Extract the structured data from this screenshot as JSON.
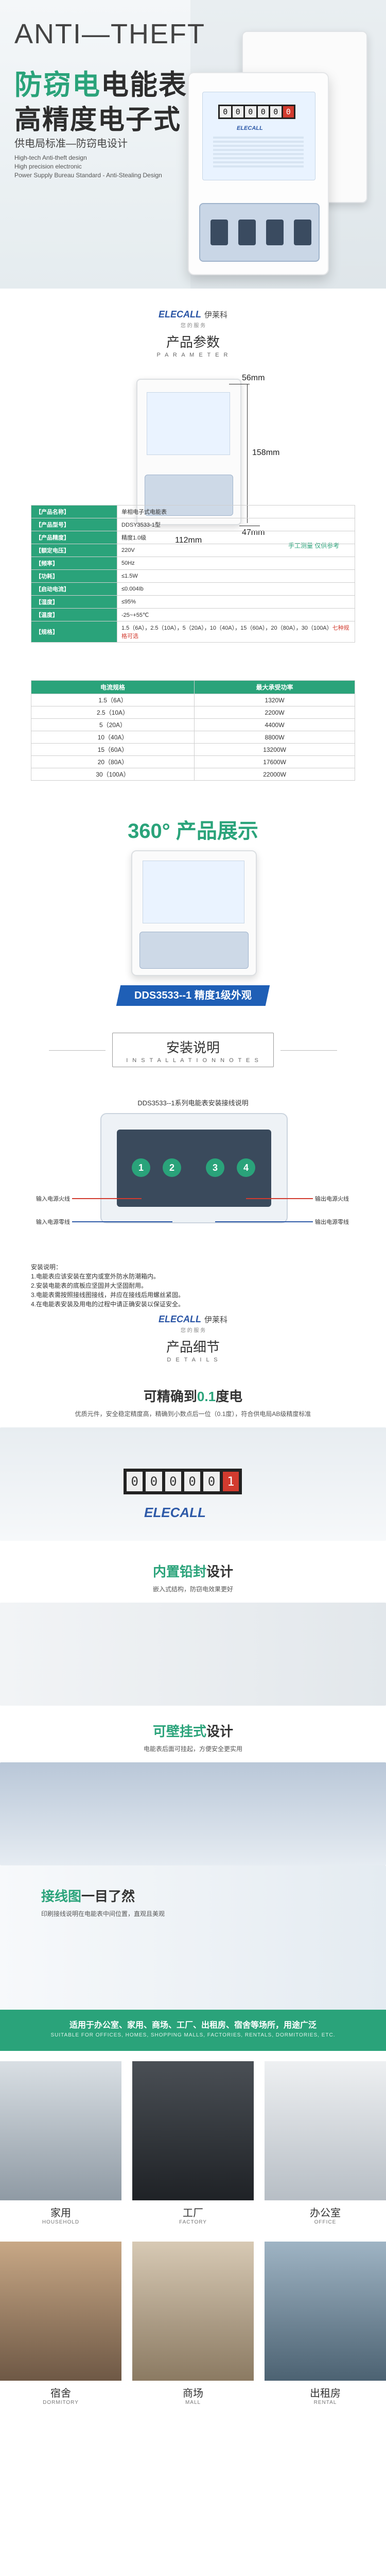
{
  "hero": {
    "title_top": "ANTI—THEFT",
    "title_line1_highlight": "防窃电",
    "title_line1_rest": "电能表",
    "title_line2": "高精度电子式",
    "subtitle": "供电局标准—防窃电设计",
    "en_lines": [
      "High-tech Anti-theft design",
      "High precision electronic",
      "Power Supply Bureau Standard - Anti-Stealing Design"
    ],
    "meter_digits": [
      "0",
      "0",
      "0",
      "0",
      "0",
      "0"
    ],
    "meter_brand": "ELECALL"
  },
  "brand": {
    "logo_en": "ELECALL",
    "logo_zh": "伊莱科",
    "slogan": "您 的 服 务"
  },
  "params_section": {
    "title": "产品参数",
    "en": "P A R A M E T E R",
    "dim_width": "56mm",
    "dim_height": "158mm",
    "dim_bottom": "112mm",
    "dim_depth": "47mm",
    "note": "手工测量 仅供参考",
    "spec_rows": [
      {
        "k": "【产品名称】",
        "v": "单相电子式电能表"
      },
      {
        "k": "【产品型号】",
        "v": "DDSY3533-1型"
      },
      {
        "k": "【产品精度】",
        "v": "精度1.0级"
      },
      {
        "k": "【额定电压】",
        "v": "220V"
      },
      {
        "k": "【频率】",
        "v": "50Hz"
      },
      {
        "k": "【功耗】",
        "v": "≤1.5W"
      },
      {
        "k": "【启动电流】",
        "v": "≤0.004Ib"
      },
      {
        "k": "【湿度】",
        "v": "≤95%"
      },
      {
        "k": "【温度】",
        "v": "-25~+55℃"
      },
      {
        "k": "【规格】",
        "v": "1.5（6A），2.5（10A），5（20A），10（40A），15（60A），20（80A），30（100A）",
        "v_red": "七种规格可选"
      }
    ],
    "load_headers": [
      "电流规格",
      "最大承受功率"
    ],
    "load_rows": [
      [
        "1.5（6A）",
        "1320W"
      ],
      [
        "2.5（10A）",
        "2200W"
      ],
      [
        "5（20A）",
        "4400W"
      ],
      [
        "10（40A）",
        "8800W"
      ],
      [
        "15（60A）",
        "13200W"
      ],
      [
        "20（80A）",
        "17600W"
      ],
      [
        "30（100A）",
        "22000W"
      ]
    ]
  },
  "s360": {
    "num": "360°",
    "text": "产品展示",
    "label": "DDS3533--1  精度1级外观"
  },
  "install": {
    "title": "安装说明",
    "en": "I N S T A L L A T I O N   N O T E S",
    "caption": "DDS3533--1系列电能表安装接线说明",
    "terminals": [
      "1",
      "2",
      "3",
      "4"
    ],
    "label_live_in": "输入电源火线",
    "label_neutral_in": "输入电源零线",
    "label_live_out": "输出电源火线",
    "label_neutral_out": "输出电源零线",
    "notes_title": "安装说明：",
    "notes": [
      "1.电能表应该安装在室内或室外防水防潮箱内。",
      "2.安装电能表的底板应坚固并大坚固耐用。",
      "3.电能表需按照接线图接线，并应在接线后用螺丝紧固。",
      "4.在电能表安装及用电的过程中请正确安装以保证安全。"
    ],
    "colors": {
      "live": "#d23b2f",
      "neutral": "#2e5aa8",
      "terminal": "#2aa37a"
    }
  },
  "details": {
    "title": "产品细节",
    "en": "D E T A I L S",
    "d1_title_pre": "可精确到",
    "d1_title_green": "0.1",
    "d1_title_post": "度电",
    "d1_desc": "优质元件，安全稳定精度高，精确到小数点后一位（0.1度），符合供电局AB级精度标准",
    "d1_digits": [
      "0",
      "0",
      "0",
      "0",
      "0",
      "1"
    ],
    "d2_title_green": "内置铅封",
    "d2_title_post": "设计",
    "d2_desc": "嵌入式结构，防窃电效果更好",
    "d3_title_green": "可壁挂式",
    "d3_title_post": "设计",
    "d3_desc": "电能表后面可挂起，方便安全更实用",
    "d4_title_green": "接线图",
    "d4_title_post": "一目了然",
    "d4_desc": "印刷接线说明在电能表中间位置，直观且美观"
  },
  "apps": {
    "banner": "适用于办公室、家用、商场、工厂、出租房、宿舍等场所，用途广泛",
    "banner_en": "SUITABLE FOR OFFICES, HOMES, SHOPPING MALLS, FACTORIES, RENTALS, DORMITORIES, ETC.",
    "items": [
      {
        "zh": "家用",
        "en": "HOUSEHOLD"
      },
      {
        "zh": "工厂",
        "en": "FACTORY"
      },
      {
        "zh": "办公室",
        "en": "OFFICE"
      },
      {
        "zh": "宿舍",
        "en": "DORMITORY"
      },
      {
        "zh": "商场",
        "en": "MALL"
      },
      {
        "zh": "出租房",
        "en": "RENTAL"
      }
    ]
  }
}
